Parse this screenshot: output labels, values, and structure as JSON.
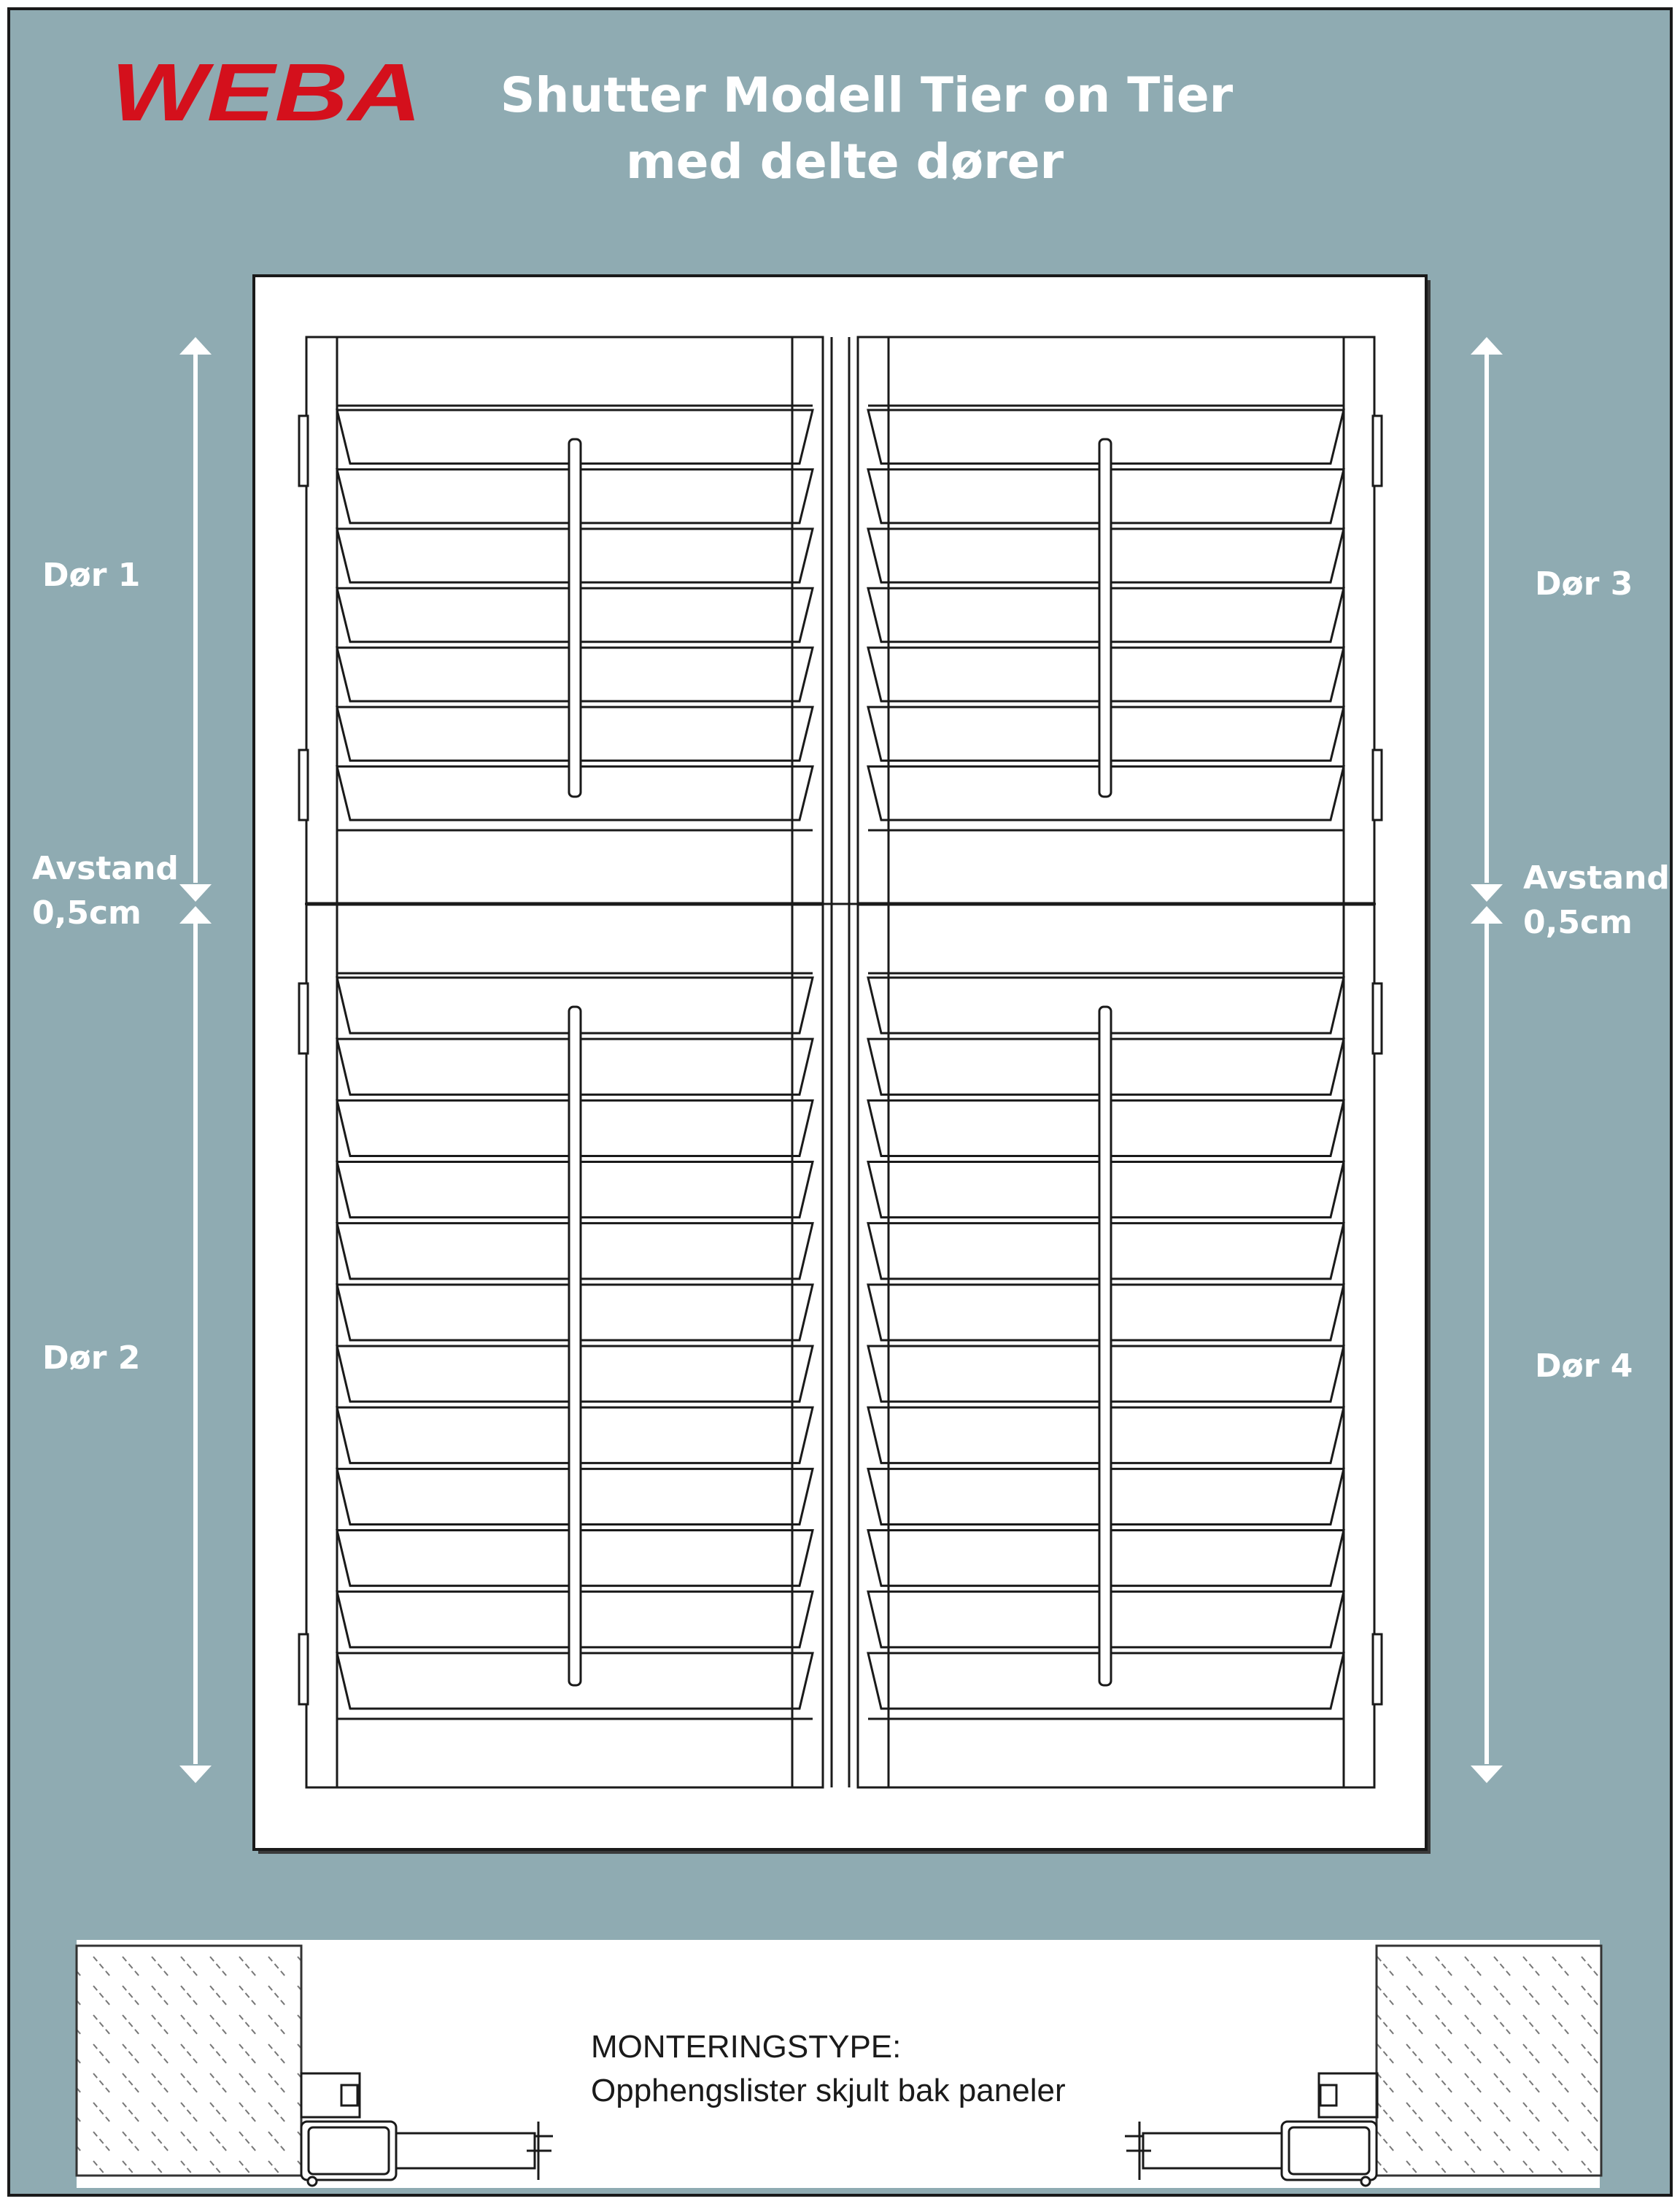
{
  "brand": {
    "logo_text": "WEBA",
    "logo_color": "#d4101c"
  },
  "title": {
    "line1": "Shutter Modell Tier on Tier",
    "line2": "med delte dører"
  },
  "labels": {
    "door1": "Dør 1",
    "door2": "Dør 2",
    "door3": "Dør 3",
    "door4": "Dør 4",
    "gap_left_1": "Avstand",
    "gap_left_2": "0,5cm",
    "gap_right_1": "Avstand",
    "gap_right_2": "0,5cm"
  },
  "mounting": {
    "heading": "MONTERINGSTYPE:",
    "description": "Opphengslister skjult bak paneler"
  },
  "colors": {
    "background": "#8fabb2",
    "panel": "#ffffff",
    "line": "#1a1a1a",
    "text": "#ffffff"
  }
}
